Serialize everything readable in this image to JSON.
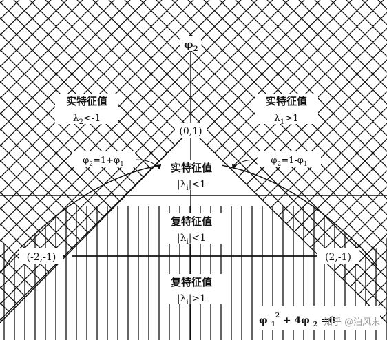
{
  "colors": {
    "ink": "#111111",
    "paper": "#ffffff",
    "watermark": "#9a9a9a"
  },
  "axis_label": {
    "base": "φ",
    "sub": "2"
  },
  "regions": {
    "top_left": {
      "title": "实特征值",
      "cond_base": "λ",
      "cond_sub": "2",
      "cond_tail": "<-1"
    },
    "top_right": {
      "title": "实特征值",
      "cond_base": "λ",
      "cond_sub": "1",
      "cond_tail": ">1"
    },
    "inner_top": {
      "title": "实特征值",
      "cond_base": "|λ",
      "cond_sub": "i",
      "cond_tail": "|<1"
    },
    "inner_mid": {
      "title": "复特征值",
      "cond_base": "|λ",
      "cond_sub": "i",
      "cond_tail": "|<1"
    },
    "bottom": {
      "title": "复特征值",
      "cond_base": "|λ",
      "cond_sub": "i",
      "cond_tail": "|>1"
    }
  },
  "points": {
    "apex": "(0,1)",
    "left": "(-2,-1)",
    "right": "(2,-1)"
  },
  "boundaries": {
    "left": {
      "lhs": "φ",
      "lhs_sub": "2",
      "mid": "=1+φ",
      "rhs_sub": "1"
    },
    "right": {
      "lhs": "φ",
      "lhs_sub": "2",
      "mid": "=1-φ",
      "rhs_sub": "1"
    }
  },
  "curve_label": {
    "t1": "φ",
    "sub1": "1",
    "sup1": "2",
    "t2": " + 4φ",
    "sub2": "2",
    "t3": "=0"
  },
  "watermark": "知乎 @泊风末"
}
